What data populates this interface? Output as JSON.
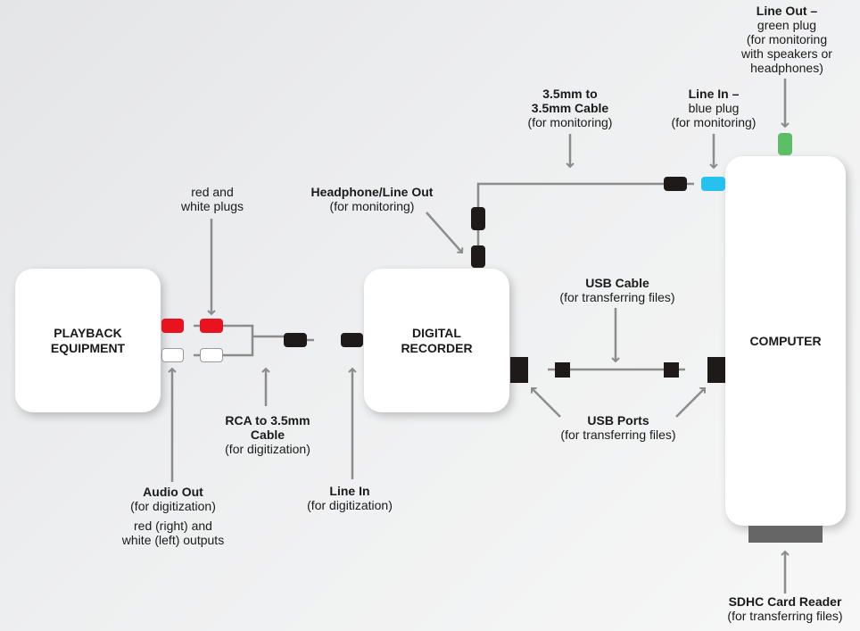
{
  "devices": {
    "playback": [
      "PLAYBACK",
      "EQUIPMENT"
    ],
    "recorder": [
      "DIGITAL",
      "RECORDER"
    ],
    "computer": [
      "COMPUTER"
    ]
  },
  "labels": {
    "red_white_plugs": {
      "lines": [
        "red and",
        "white plugs"
      ]
    },
    "rca_cable": {
      "bold": [
        "RCA to 3.5mm",
        "Cable"
      ],
      "sub": "(for digitization)"
    },
    "audio_out": {
      "bold": "Audio Out",
      "sub": "(for digitization)",
      "note": [
        "red (right) and",
        "white (left) outputs"
      ]
    },
    "line_in_recorder": {
      "bold": "Line In",
      "sub": "(for digitization)"
    },
    "headphone_out": {
      "bold": "Headphone/Line Out",
      "sub": "(for monitoring)"
    },
    "monitor_cable": {
      "bold": [
        "3.5mm to",
        "3.5mm Cable"
      ],
      "sub": "(for monitoring)"
    },
    "line_in_blue": {
      "bold": "Line In –",
      "lines": [
        "blue plug",
        "(for monitoring)"
      ]
    },
    "line_out_green": {
      "bold": "Line Out –",
      "lines": [
        "green plug",
        "(for monitoring",
        "with speakers or",
        "headphones)"
      ]
    },
    "usb_cable": {
      "bold": "USB Cable",
      "sub": "(for transferring files)"
    },
    "usb_ports": {
      "bold": "USB Ports",
      "sub": "(for transferring files)"
    },
    "sdhc": {
      "bold": "SDHC Card Reader",
      "sub": "(for transferring files)"
    }
  },
  "colors": {
    "red_plug": "#e8131f",
    "white_plug": "#ffffff",
    "black_plug": "#1e1a1a",
    "blue_plug": "#27c1ef",
    "green_plug": "#5cbf68",
    "wire": "#8c8c8c",
    "card_reader": "#666666"
  }
}
